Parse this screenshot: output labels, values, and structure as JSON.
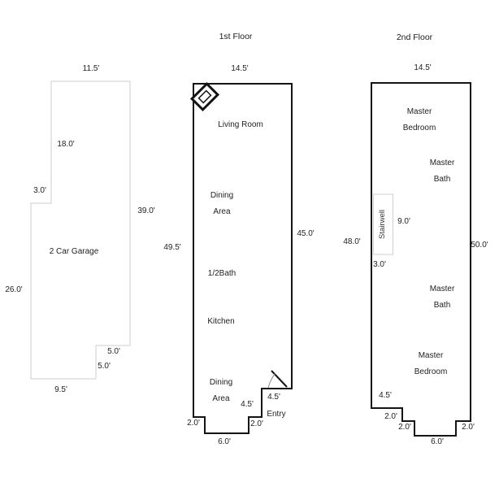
{
  "palette": {
    "wall_color": "#141414",
    "light_line_color": "#d6d6d6",
    "text_color": "#222222",
    "background": "#ffffff"
  },
  "garage": {
    "name": "2 Car Garage",
    "dim_top": "11.5'",
    "dim_upper_left": "18.0'",
    "dim_notch": "3.0'",
    "dim_right": "39.0'",
    "dim_left": "26.0'",
    "dim_step_top": "5.0'",
    "dim_step_side": "5.0'",
    "dim_bottom": "9.5'"
  },
  "first_floor": {
    "title": "1st Floor",
    "dim_top": "14.5'",
    "dim_left": "49.5'",
    "dim_right": "45.0'",
    "rooms": {
      "living": "Living Room",
      "dining_upper": "Dining\nArea",
      "half_bath": "1/2Bath",
      "kitchen": "Kitchen",
      "dining_lower": "Dining\nArea",
      "entry": "Entry"
    },
    "dim_entry_step": "4.5'",
    "dim_entry_door": "4.5'",
    "dim_step_left": "2.0'",
    "dim_step_right": "2.0'",
    "dim_bottom": "6.0'",
    "icons": {
      "fireplace": "corner-fireplace",
      "door": "entry-door-swing"
    }
  },
  "second_floor": {
    "title": "2nd Floor",
    "dim_top": "14.5'",
    "dim_left": "48.0'",
    "dim_right": "50.0'",
    "rooms": {
      "bedroom_upper": "Master\nBedroom",
      "bath_upper": "Master\nBath",
      "stairwell": "Stairwell",
      "bath_lower": "Master\nBath",
      "bedroom_lower": "Master\nBedroom"
    },
    "dim_stairwell_height": "9.0'",
    "dim_stairwell_width": "3.0'",
    "dim_step1": "4.5'",
    "dim_step2": "2.0'",
    "dim_step3": "2.0'",
    "dim_step_right": "2.0'",
    "dim_bottom": "6.0'"
  }
}
